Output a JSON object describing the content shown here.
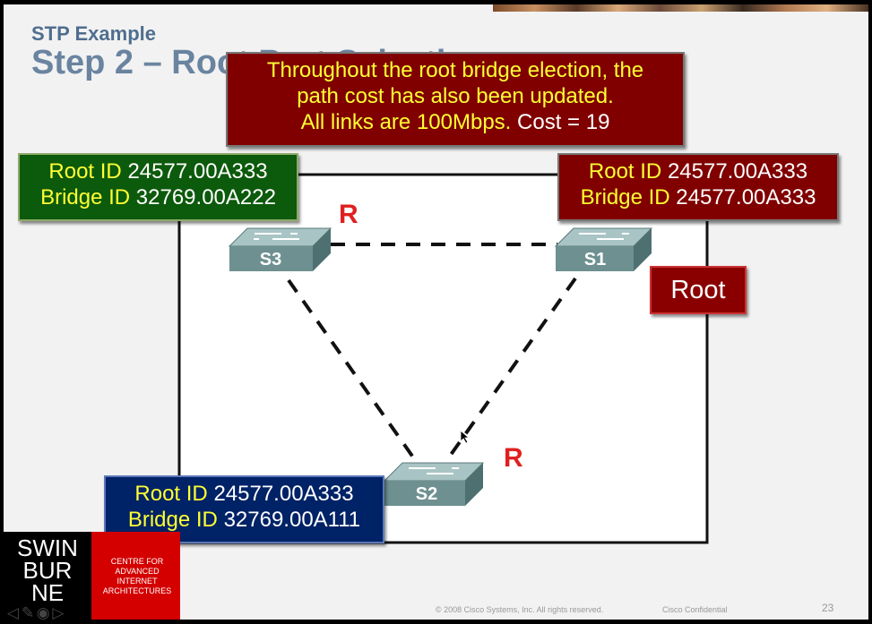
{
  "slide": {
    "subtitle": "STP Example",
    "title": "Step 2 – Root Port Selection"
  },
  "callouts": {
    "note": {
      "line1": "Throughout the root bridge election, the",
      "line2": "path cost has also been updated.",
      "line3": "All links are 100Mbps.",
      "line3_cost": "Cost = 19"
    },
    "s3": {
      "root_label": "Root ID",
      "root_value": "24577.00A333",
      "bridge_label": "Bridge ID",
      "bridge_value": "32769.00A222"
    },
    "s1": {
      "root_label": "Root ID",
      "root_value": "24577.00A333",
      "bridge_label": "Bridge ID",
      "bridge_value": "24577.00A333"
    },
    "s2": {
      "root_label": "Root ID",
      "root_value": "24577.00A333",
      "bridge_label": "Bridge ID",
      "bridge_value": "32769.00A111"
    },
    "root_tag": "Root"
  },
  "switches": {
    "s1": "S1",
    "s2": "S2",
    "s3": "S3"
  },
  "root_port_marker": "R",
  "logo": {
    "line1": "SWIN",
    "line2": "BUR",
    "line3": "NE",
    "text1": "CENTRE FOR",
    "text2": "ADVANCED",
    "text3": "INTERNET",
    "text4": "ARCHITECTURES"
  },
  "footer": {
    "copyright": "© 2008 Cisco Systems, Inc. All rights reserved.",
    "confidential": "Cisco Confidential",
    "page": "23"
  },
  "colors": {
    "title": "#6a84a0",
    "note_bg": "#800000",
    "s3_bg": "#0c5a0c",
    "s2_bg": "#002266",
    "label_yellow": "#ffff33",
    "root_port": "#e02020"
  }
}
